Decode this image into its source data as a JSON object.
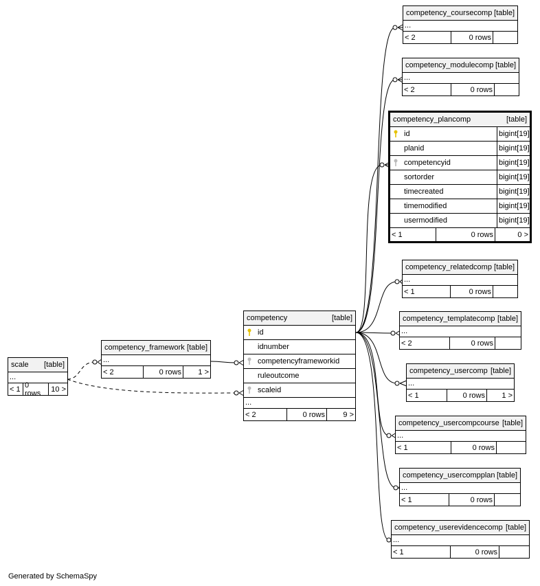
{
  "footer": "Generated by SchemaSpy",
  "tables": {
    "coursecomp": {
      "name": "competency_coursecomp",
      "tag": "[table]",
      "ellipsis": "...",
      "parents": "< 2",
      "rows": "0 rows",
      "children": ""
    },
    "modulecomp": {
      "name": "competency_modulecomp",
      "tag": "[table]",
      "ellipsis": "...",
      "parents": "< 2",
      "rows": "0 rows",
      "children": ""
    },
    "plancomp": {
      "name": "competency_plancomp",
      "tag": "[table]",
      "parents": "< 1",
      "rows": "0 rows",
      "children": "0 >",
      "columns": [
        {
          "name": "id",
          "type": "bigint[19]",
          "key": "primary-key-icon"
        },
        {
          "name": "planid",
          "type": "bigint[19]",
          "key": ""
        },
        {
          "name": "competencyid",
          "type": "bigint[19]",
          "key": "foreign-key-icon"
        },
        {
          "name": "sortorder",
          "type": "bigint[19]",
          "key": ""
        },
        {
          "name": "timecreated",
          "type": "bigint[19]",
          "key": ""
        },
        {
          "name": "timemodified",
          "type": "bigint[19]",
          "key": ""
        },
        {
          "name": "usermodified",
          "type": "bigint[19]",
          "key": ""
        }
      ]
    },
    "relatedcomp": {
      "name": "competency_relatedcomp",
      "tag": "[table]",
      "ellipsis": "...",
      "parents": "< 1",
      "rows": "0 rows",
      "children": ""
    },
    "templatecomp": {
      "name": "competency_templatecomp",
      "tag": "[table]",
      "ellipsis": "...",
      "parents": "< 2",
      "rows": "0 rows",
      "children": ""
    },
    "usercomp": {
      "name": "competency_usercomp",
      "tag": "[table]",
      "ellipsis": "...",
      "parents": "< 1",
      "rows": "0 rows",
      "children": "1 >"
    },
    "usercompcourse": {
      "name": "competency_usercompcourse",
      "tag": "[table]",
      "ellipsis": "...",
      "parents": "< 1",
      "rows": "0 rows",
      "children": ""
    },
    "usercompplan": {
      "name": "competency_usercompplan",
      "tag": "[table]",
      "ellipsis": "...",
      "parents": "< 1",
      "rows": "0 rows",
      "children": ""
    },
    "userevidencecomp": {
      "name": "competency_userevidencecomp",
      "tag": "[table]",
      "ellipsis": "...",
      "parents": "< 1",
      "rows": "0 rows",
      "children": ""
    },
    "competency": {
      "name": "competency",
      "tag": "[table]",
      "ellipsis": "...",
      "parents": "< 2",
      "rows": "0 rows",
      "children": "9 >",
      "columns": [
        {
          "name": "id",
          "key": "primary-key-icon"
        },
        {
          "name": "idnumber",
          "key": ""
        },
        {
          "name": "competencyframeworkid",
          "key": "foreign-key-icon"
        },
        {
          "name": "ruleoutcome",
          "key": ""
        },
        {
          "name": "scaleid",
          "key": "foreign-key-icon"
        }
      ]
    },
    "framework": {
      "name": "competency_framework",
      "tag": "[table]",
      "ellipsis": "...",
      "parents": "< 2",
      "rows": "0 rows",
      "children": "1 >"
    },
    "scale": {
      "name": "scale",
      "tag": "[table]",
      "ellipsis": "...",
      "parents": "< 1",
      "rows": "0 rows",
      "children": "10 >"
    }
  }
}
